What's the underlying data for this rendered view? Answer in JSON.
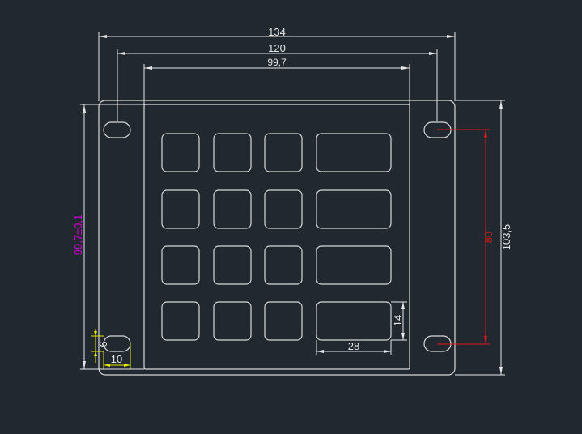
{
  "colors": {
    "background": "#212830",
    "outline": "#d8d8d8",
    "dimension": "#e6e6e6",
    "dim_red": "#e01818",
    "dim_magenta": "#d800d8",
    "dim_yellow": "#e8e800"
  },
  "dimensions": {
    "overall_width": "134",
    "hole_spacing_x": "120",
    "keypad_width": "99,7",
    "keypad_height": "99,7±0,1",
    "hole_spacing_y": "80",
    "overall_height": "103,5",
    "key_height": "14",
    "key_width": "28",
    "slot_height": "6",
    "slot_width": "10"
  },
  "keypad": {
    "rows": 4,
    "small_keys_per_row": 3,
    "wide_keys_per_row": 1
  }
}
